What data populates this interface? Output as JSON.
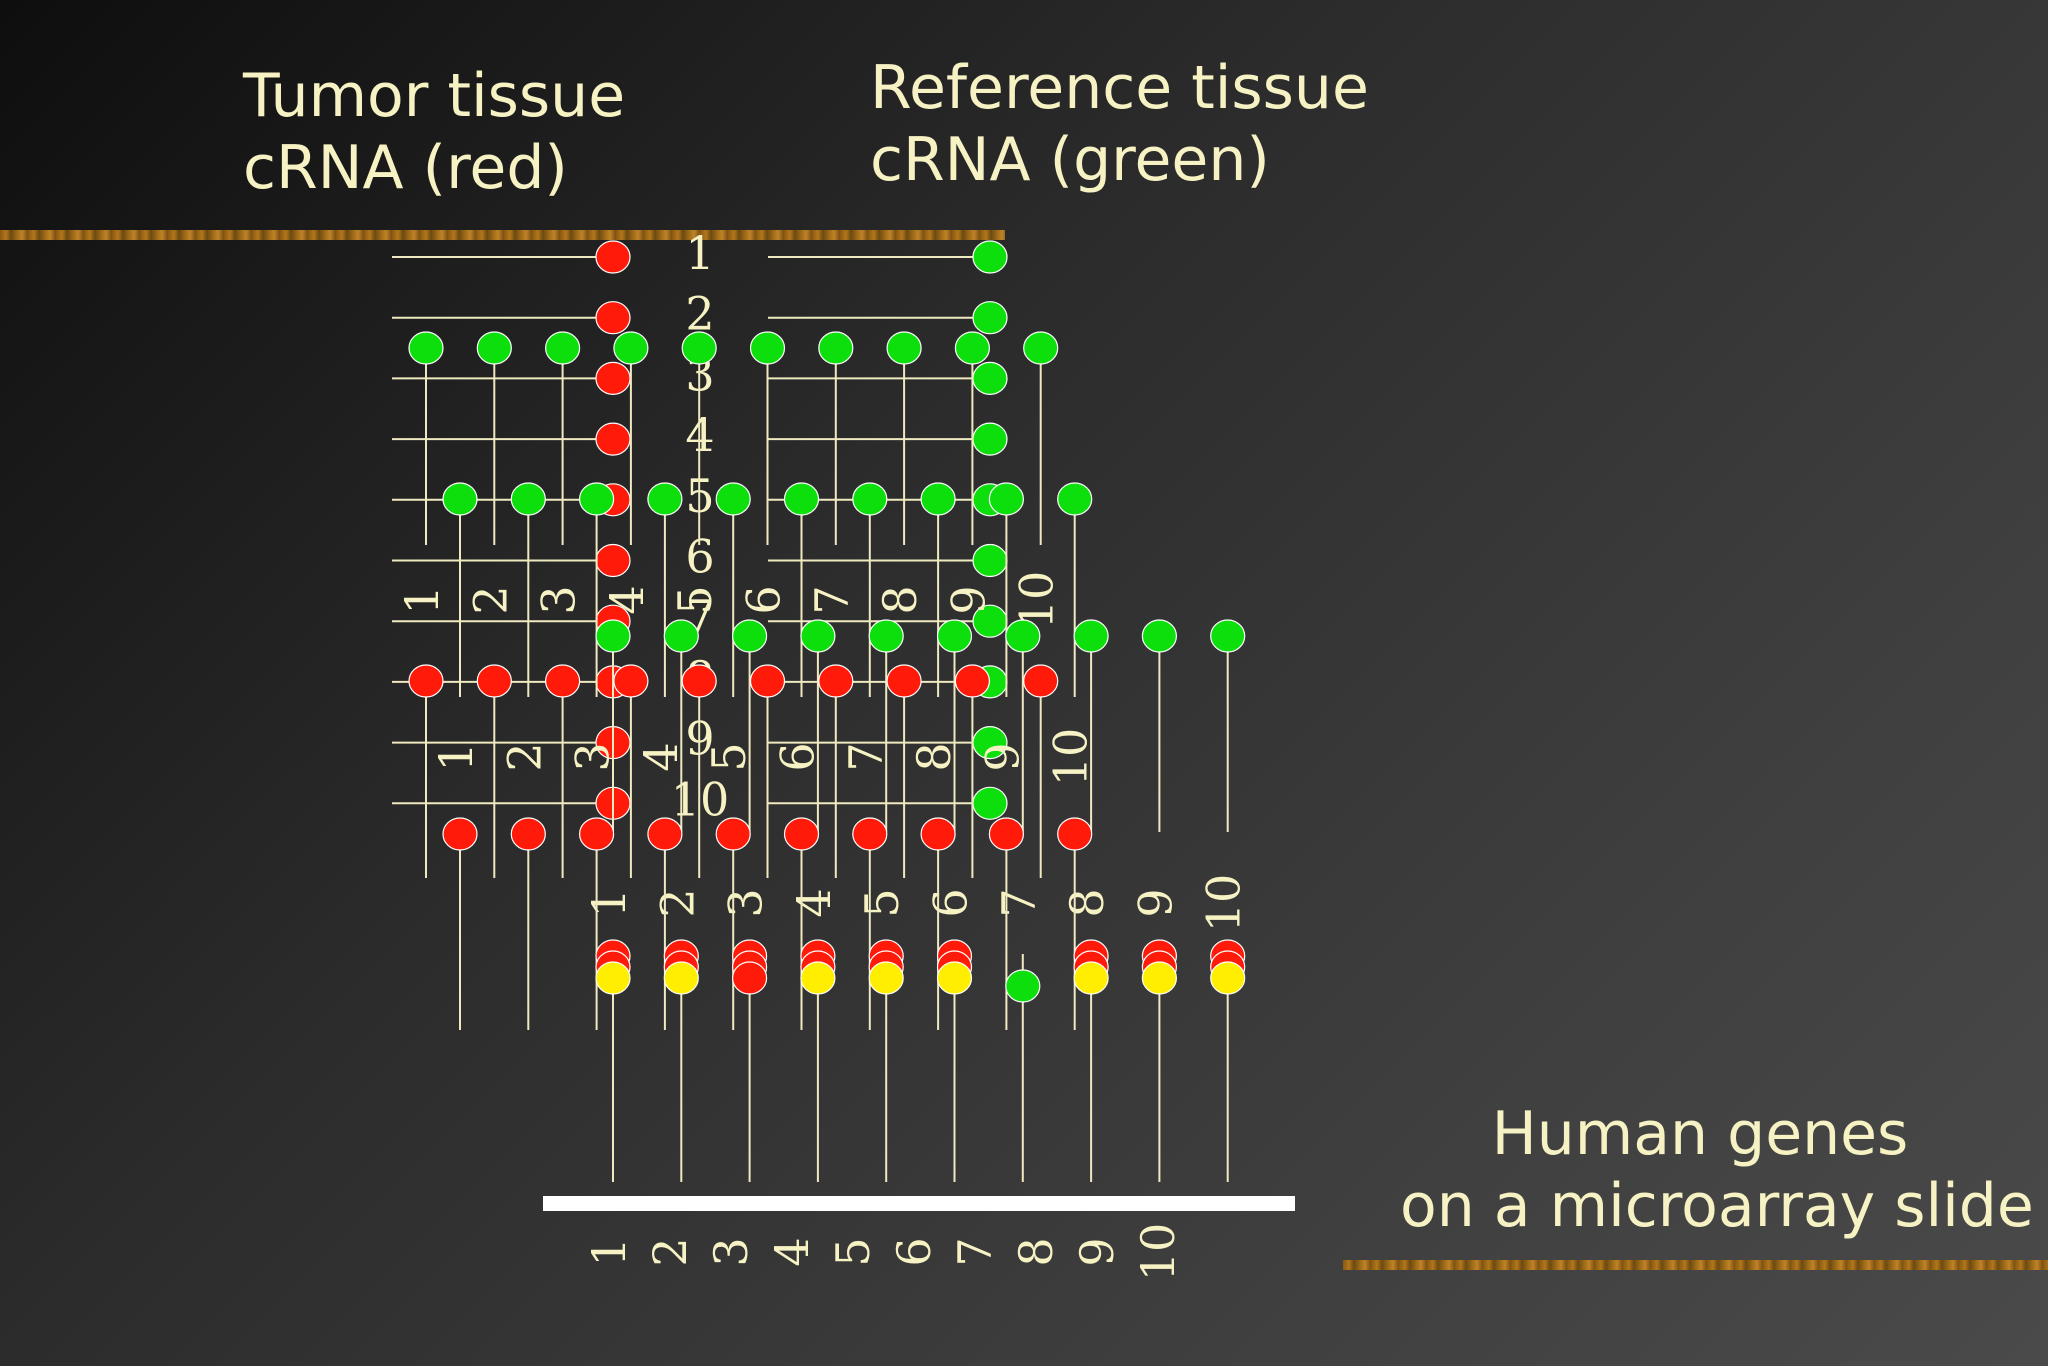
{
  "titles": {
    "tumor": [
      "Tumor tissue",
      "cRNA (red)"
    ],
    "reference": [
      "Reference tissue",
      "cRNA (green)"
    ],
    "genes": [
      "Human genes",
      "on a microarray slide"
    ]
  },
  "colors": {
    "red": "#ff1a0a",
    "green": "#0ddf0d",
    "yellow": "#ffee00",
    "text": "#f6f2c4",
    "line": "#efe9c0",
    "slide": "#ffffff"
  },
  "gene_labels": [
    "1",
    "2",
    "3",
    "4",
    "5",
    "6",
    "7",
    "8",
    "9",
    "10"
  ],
  "stages": [
    {
      "name": "tumor-probes",
      "orientation": "horizontal",
      "spots": [
        "red",
        "red",
        "red",
        "red",
        "red",
        "red",
        "red",
        "red",
        "red",
        "red"
      ],
      "labels": [
        "1",
        "2",
        "3",
        "4",
        "5",
        "6",
        "7",
        "8",
        "9",
        "10"
      ]
    },
    {
      "name": "reference-probes",
      "orientation": "horizontal",
      "spots": [
        "green",
        "green",
        "green",
        "green",
        "green",
        "green",
        "green",
        "green",
        "green",
        "green"
      ],
      "labels": [
        "1",
        "2",
        "3",
        "4",
        "5",
        "6",
        "7",
        "8",
        "9",
        "10"
      ]
    },
    {
      "name": "green-row-a",
      "orientation": "vertical",
      "spots": [
        "green",
        "green",
        "green",
        "green",
        "green",
        "green",
        "green",
        "green",
        "green",
        "green"
      ],
      "labels": [
        "1",
        "2",
        "3",
        "4",
        "5",
        "6",
        "7",
        "8",
        "9",
        "10"
      ]
    },
    {
      "name": "green-row-b",
      "orientation": "vertical",
      "spots": [
        "green",
        "green",
        "green",
        "green",
        "green",
        "green",
        "green",
        "green",
        "green",
        "green"
      ],
      "labels": [
        "1",
        "2",
        "3",
        "4",
        "5",
        "6",
        "7",
        "8",
        "9",
        "10"
      ]
    },
    {
      "name": "mixed-row-c",
      "orientation": "vertical",
      "spots": [
        "green",
        "green",
        "green",
        "green",
        "green",
        "green",
        "green",
        "green",
        "green",
        "green"
      ],
      "labels": [
        "1",
        "2",
        "3",
        "4",
        "5",
        "6",
        "7",
        "8",
        "9",
        "10"
      ]
    },
    {
      "name": "red-row-d",
      "orientation": "vertical",
      "spots": [
        "red",
        "red",
        "red",
        "red",
        "red",
        "red",
        "red",
        "red",
        "red",
        "red"
      ],
      "labels": [
        "1",
        "2",
        "3",
        "4",
        "5",
        "6",
        "7",
        "8",
        "9",
        "10"
      ]
    },
    {
      "name": "red-row-e",
      "orientation": "vertical",
      "spots": [
        "red",
        "red",
        "red",
        "red",
        "red",
        "red",
        "red",
        "red",
        "red",
        "red"
      ],
      "labels": [
        "1",
        "2",
        "3",
        "4",
        "5",
        "6",
        "7",
        "8",
        "9",
        "10"
      ]
    }
  ],
  "final_spots": [
    [
      "red",
      "red",
      "yellow"
    ],
    [
      "red",
      "red",
      "yellow"
    ],
    [
      "red",
      "red",
      "red"
    ],
    [
      "red",
      "red",
      "yellow"
    ],
    [
      "red",
      "red",
      "yellow"
    ],
    [
      "red",
      "red",
      "yellow"
    ],
    [
      "green"
    ],
    [
      "red",
      "red",
      "yellow"
    ],
    [
      "red",
      "red",
      "yellow"
    ],
    [
      "red",
      "red",
      "yellow"
    ]
  ]
}
